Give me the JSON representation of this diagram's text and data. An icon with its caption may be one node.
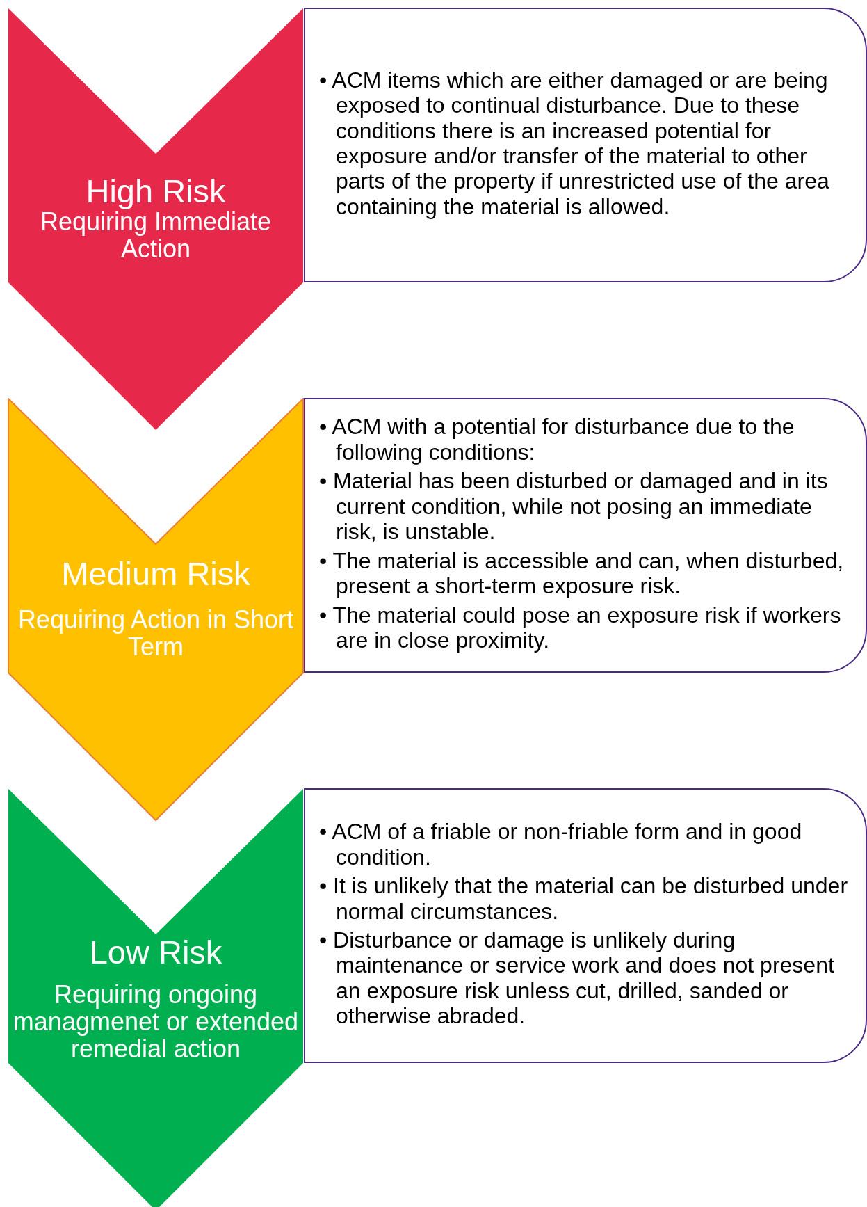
{
  "diagram": {
    "nodes": [
      {
        "text": [
          "High Risk",
          "Requiring Immediate Action"
        ]
      },
      {
        "text": [
          "• ACM items which are either damaged or are being exposed to continual disturbance. Due to these conditions there is an increased potential for exposure and/or transfer of the material to other parts of the property if unrestricted use of the area containing the material is allowed."
        ]
      },
      {
        "text": [
          "Medium Risk",
          "Requiring Action in Short Term"
        ]
      },
      {
        "text": [
          "• ACM with a potential for disturbance due to the following conditions:",
          "• Material has been disturbed or damaged and in its current condition, while not posing an immediate risk, is unstable.",
          "• The material is accessible and can, when disturbed, present a short-term exposure risk.",
          "• The material could pose an exposure risk if workers are in close proximity."
        ]
      },
      {
        "text": [
          "Low Risk",
          "Requiring ongoing managmenet or extended remedial action"
        ]
      },
      {
        "text": [
          "• ACM of a friable or non-friable form and in good condition.",
          "• It is unlikely that the material can be disturbed under normal circumstances.",
          "• Disturbance or damage is unlikely during maintenance or service work and does not present an exposure risk unless cut, drilled, sanded or otherwise abraded."
        ]
      }
    ]
  }
}
